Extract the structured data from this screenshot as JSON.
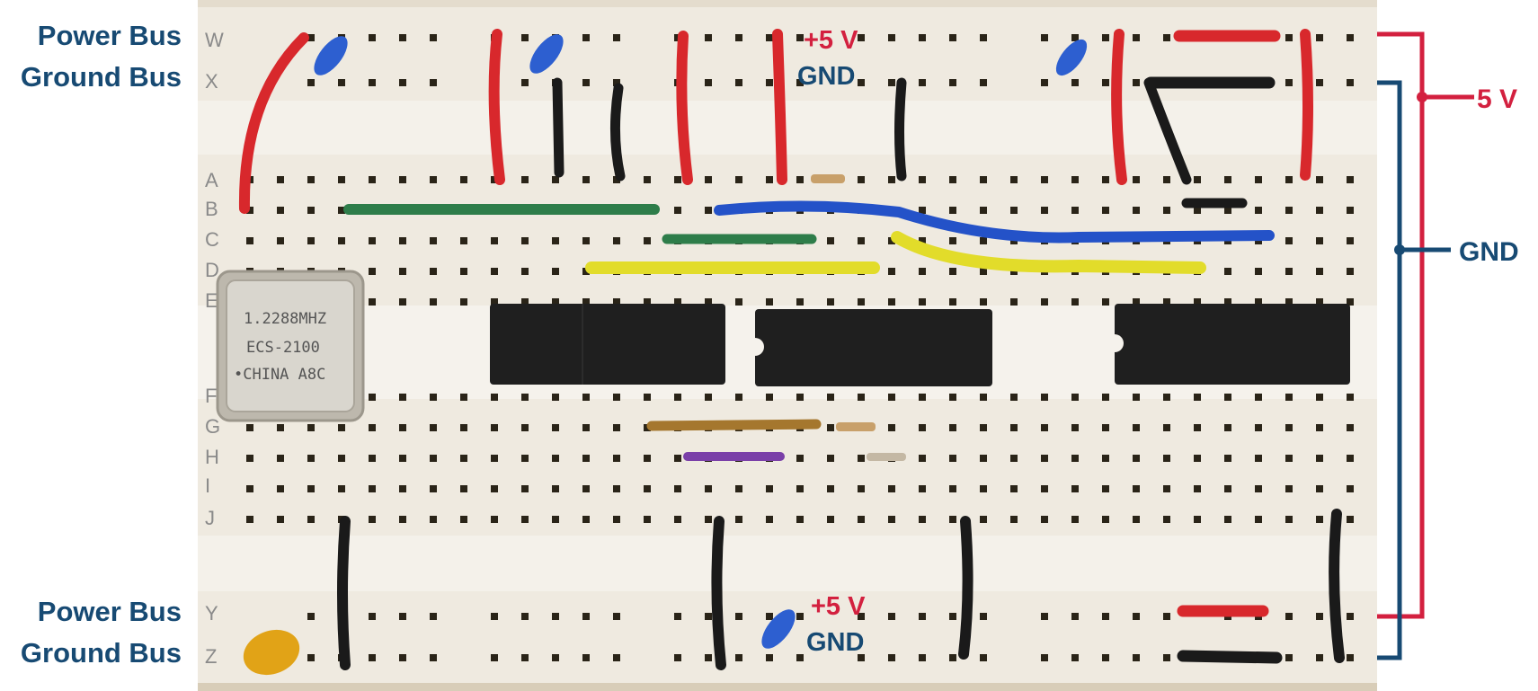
{
  "left_labels": {
    "top_power": "Power Bus",
    "top_ground": "Ground Bus",
    "bottom_power": "Power Bus",
    "bottom_ground": "Ground Bus"
  },
  "board_annotations": {
    "top_plus5": "+5 V",
    "top_gnd": "GND",
    "bottom_plus5": "+5 V",
    "bottom_gnd": "GND"
  },
  "right_annotations": {
    "supply": "5 V",
    "ground": "GND"
  },
  "row_letters": [
    "W",
    "X",
    "A",
    "B",
    "C",
    "D",
    "E",
    "F",
    "G",
    "H",
    "I",
    "J",
    "Y",
    "Z"
  ],
  "oscillator": {
    "line1": "1.2288MHZ",
    "line2": "ECS-2100",
    "line3": "•CHINA A8C"
  },
  "colors": {
    "label_blue": "#174a73",
    "power_red": "#d3203f",
    "board": "#efeae0",
    "wire_red": "#d8282c",
    "wire_black": "#1a1a1a",
    "wire_blue": "#2452c8",
    "wire_green": "#2e7d4a",
    "wire_yellow": "#e2dc2a",
    "wire_brown": "#a5772e",
    "wire_purple": "#7a3fa8",
    "capacitor_blue": "#2d5fd0",
    "capacitor_yellow": "#e1a317"
  }
}
